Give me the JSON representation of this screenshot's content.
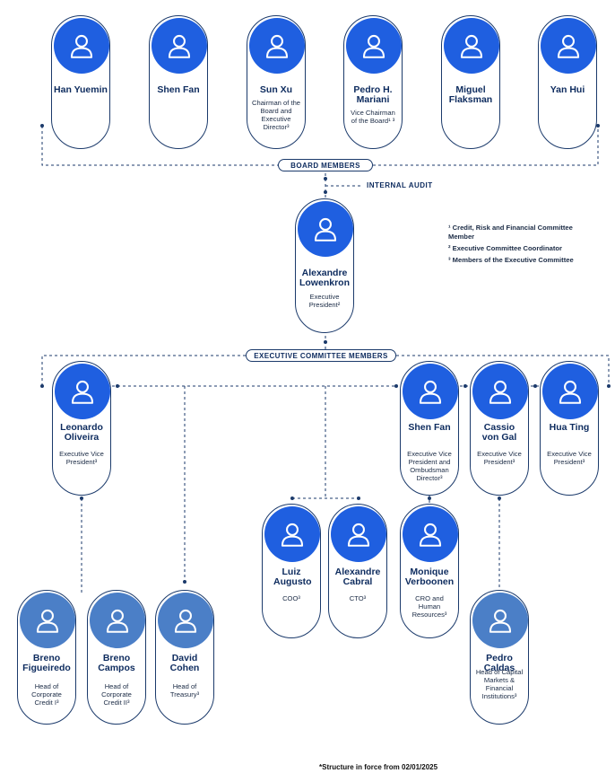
{
  "labels": {
    "board_members": "BOARD MEMBERS",
    "internal_audit": "INTERNAL AUDIT",
    "executive_committee_members": "EXECUTIVE COMMITTEE MEMBERS"
  },
  "notes": [
    "¹ Credit, Risk and Financial Committee Member",
    "² Executive Committee Coordinator",
    "³ Members of the Executive Committee"
  ],
  "footnote": "*Structure in force from 02/01/2025",
  "colors": {
    "avatar_primary": "#1f5fe0",
    "avatar_secondary": "#4b7fc7",
    "lines": "#1b3a6b"
  },
  "icon": "person-icon",
  "board": [
    {
      "name": "Han Yuemin",
      "title": ""
    },
    {
      "name": "Shen Fan",
      "title": ""
    },
    {
      "name": "Sun Xu",
      "title": "Chairman of the Board and Executive Director³"
    },
    {
      "name": "Pedro H. Mariani",
      "title": "Vice Chairman of the Board¹ ³"
    },
    {
      "name": "Miguel Flaksman",
      "title": ""
    },
    {
      "name": "Yan Hui",
      "title": ""
    }
  ],
  "president": {
    "name": "Alexandre Lowenkron",
    "title": "Executive President²"
  },
  "executives": [
    {
      "name": "Leonardo Oliveira",
      "title": "Executive Vice President³"
    },
    {
      "name": "Shen Fan",
      "title": "Executive Vice President and Ombudsman Director³"
    },
    {
      "name": "Cassio von Gal",
      "title": "Executive Vice President³"
    },
    {
      "name": "Hua Ting",
      "title": "Executive Vice President³"
    }
  ],
  "officers": [
    {
      "name": "Luiz Augusto",
      "title": "COO³"
    },
    {
      "name": "Alexandre Cabral",
      "title": "CTO³"
    },
    {
      "name": "Monique Verboonen",
      "title": "CRO and Human Resources³"
    }
  ],
  "heads": [
    {
      "name": "Breno Figueiredo",
      "title": "Head of Corporate Credit I³"
    },
    {
      "name": "Breno Campos",
      "title": "Head of Corporate Credit II³"
    },
    {
      "name": "David Cohen",
      "title": "Head of Treasury³"
    },
    {
      "name": "Pedro Caldas",
      "title": "Head of Capital Markets & Financial Institutions³"
    }
  ]
}
